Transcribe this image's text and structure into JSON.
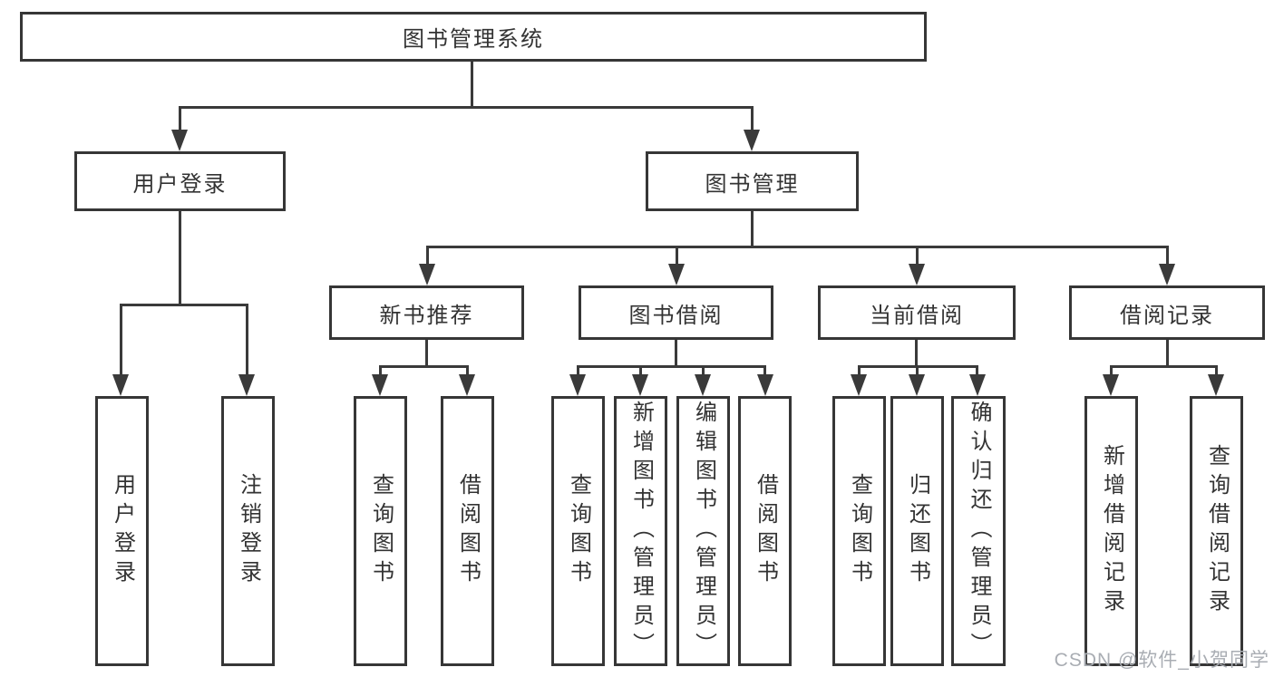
{
  "diagram_title": "图书管理系统",
  "nodes": {
    "root": {
      "label": "图书管理系统"
    },
    "user_login": {
      "label": "用户登录"
    },
    "book_mgmt": {
      "label": "图书管理"
    },
    "ul_login": {
      "label": "用户登录"
    },
    "ul_logout": {
      "label": "注销登录"
    },
    "new_books": {
      "label": "新书推荐"
    },
    "book_borrow": {
      "label": "图书借阅"
    },
    "current_borrow": {
      "label": "当前借阅"
    },
    "borrow_records": {
      "label": "借阅记录"
    },
    "nb_query": {
      "label": "查询图书"
    },
    "nb_borrow": {
      "label": "借阅图书"
    },
    "bb_query": {
      "label": "查询图书"
    },
    "bb_add": {
      "label": "新增图书（管理员）"
    },
    "bb_edit": {
      "label": "编辑图书（管理员）"
    },
    "bb_borrow": {
      "label": "借阅图书"
    },
    "cb_query": {
      "label": "查询图书"
    },
    "cb_return": {
      "label": "归还图书"
    },
    "cb_confirm": {
      "label": "确认归还（管理员）"
    },
    "br_add": {
      "label": "新增借阅记录"
    },
    "br_query": {
      "label": "查询借阅记录"
    }
  },
  "hierarchy": {
    "图书管理系统": [
      "用户登录",
      "图书管理"
    ],
    "用户登录": [
      "用户登录",
      "注销登录"
    ],
    "图书管理": [
      "新书推荐",
      "图书借阅",
      "当前借阅",
      "借阅记录"
    ],
    "新书推荐": [
      "查询图书",
      "借阅图书"
    ],
    "图书借阅": [
      "查询图书",
      "新增图书（管理员）",
      "编辑图书（管理员）",
      "借阅图书"
    ],
    "当前借阅": [
      "查询图书",
      "归还图书",
      "确认归还（管理员）"
    ],
    "借阅记录": [
      "新增借阅记录",
      "查询借阅记录"
    ]
  },
  "watermark": "CSDN @软件_小贺同学",
  "colors": {
    "line": "#3a3a3a",
    "border": "#363636",
    "text": "#333333",
    "box_background": "#ffffff",
    "page_background": "#ffffff",
    "watermark": "#a9adb3"
  }
}
